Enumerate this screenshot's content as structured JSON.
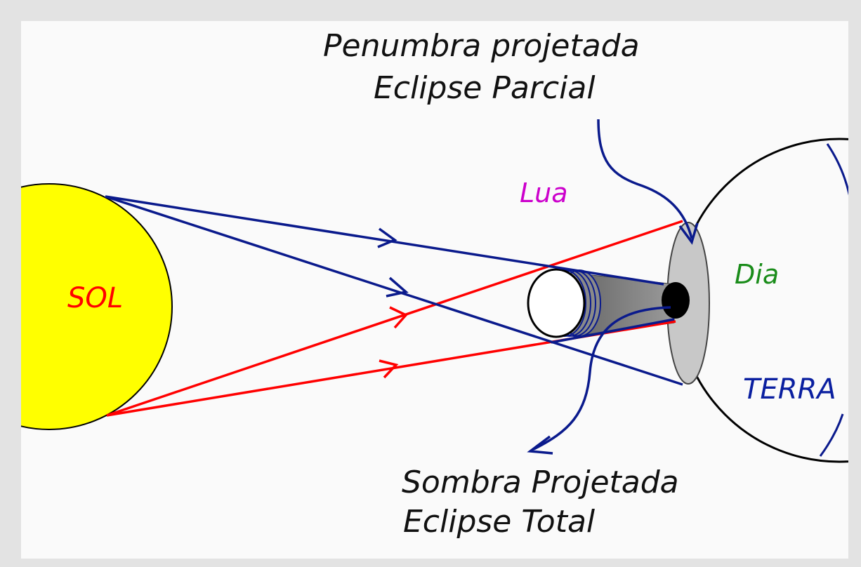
{
  "labels": {
    "sun": "SOL",
    "moon": "Lua",
    "day": "Dia",
    "earth": "TERRA",
    "penumbra_line1": "Penumbra projetada",
    "penumbra_line2": "Eclipse Parcial",
    "umbra_line1": "Sombra Projetada",
    "umbra_line2": "Eclipse Total"
  },
  "colors": {
    "sun_fill": "#ffff00",
    "sun_label": "#ff0000",
    "moon_label": "#cc00cc",
    "day_label": "#1a8c1a",
    "earth_label": "#0a1fa0",
    "umbra_rays": "#0a1a8c",
    "penumbra_rays": "#ff0000",
    "annotation_text": "#111111",
    "background": "#fafafa",
    "frame": "#e3e3e3"
  },
  "icons": {
    "penumbra_pointer": "curved-arrow-down-icon",
    "umbra_pointer": "curved-arrow-down-left-icon",
    "ray_direction": "ray-arrowhead-icon"
  }
}
